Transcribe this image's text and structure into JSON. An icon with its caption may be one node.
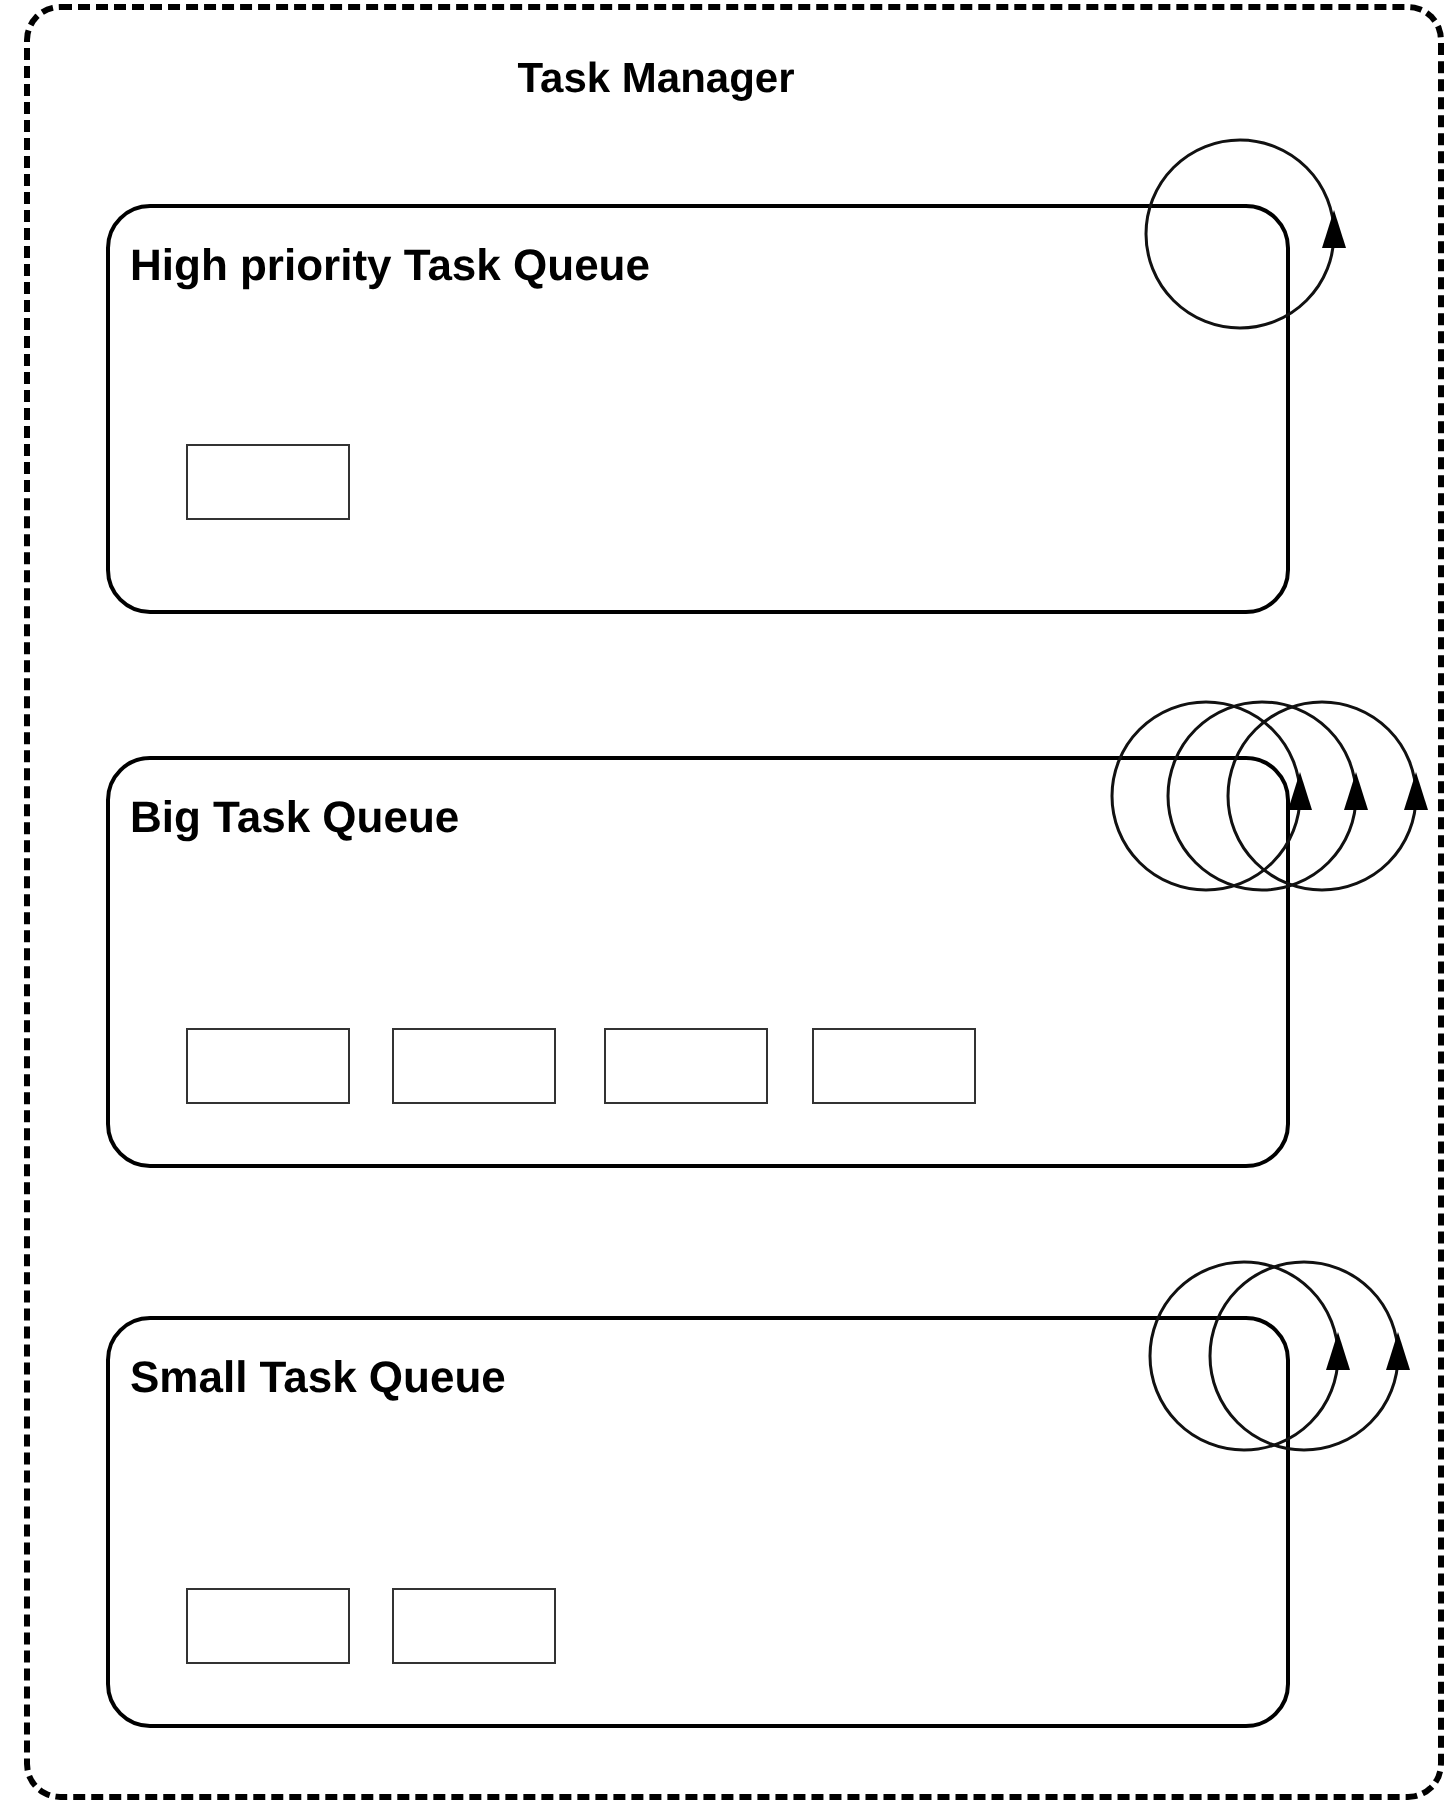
{
  "diagram": {
    "nodes": [
      {
        "text": [
          "Task Manager"
        ]
      },
      {
        "text": [
          "High priority Task Queue"
        ],
        "in": 0
      },
      {
        "text": [],
        "shape": "box",
        "in": 1
      },
      {
        "text": [
          "Big Task Queue"
        ],
        "in": 0
      },
      {
        "text": [],
        "shape": "box",
        "in": 3
      },
      {
        "text": [],
        "shape": "box",
        "in": 3
      },
      {
        "text": [],
        "shape": "box",
        "in": 3
      },
      {
        "text": [],
        "shape": "box",
        "in": 3
      },
      {
        "text": [
          "Small Task Queue"
        ],
        "in": 0
      },
      {
        "text": [],
        "shape": "box",
        "in": 8
      },
      {
        "text": [],
        "shape": "box",
        "in": 8
      }
    ]
  }
}
